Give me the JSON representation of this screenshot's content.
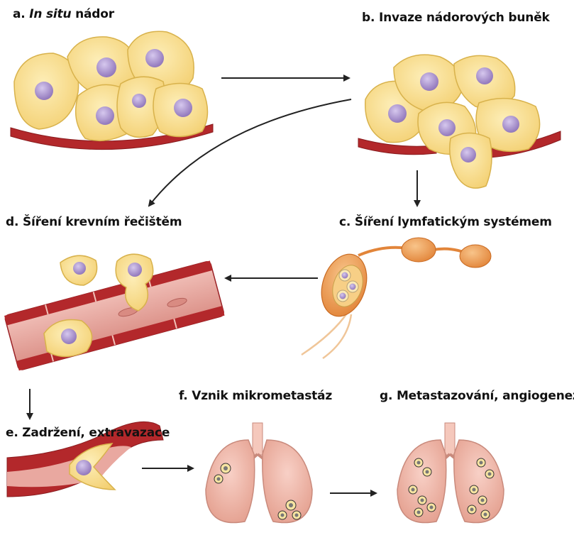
{
  "labels": {
    "a_prefix": "a. ",
    "a_italic": "In situ",
    "a_rest": " nádor",
    "b": "b. Invaze nádorových buněk",
    "c": "c. Šíření lymfatickým systémem",
    "d": "d. Šíření krevním řečištěm",
    "e": "e. Zadržení, extravazace",
    "f": "f. Vznik mikrometastáz",
    "g": "g. Metastazování, angiogeneze"
  },
  "colors": {
    "cell_fill": "#f9dc8c",
    "cell_stroke": "#d8b24c",
    "nucleus": "#a58fc9",
    "vessel": "#b3282b",
    "vessel_light": "#e9a8a0",
    "lymph": "#ec9a4d",
    "lung": "#f2b5a6",
    "arrow": "#222222"
  }
}
